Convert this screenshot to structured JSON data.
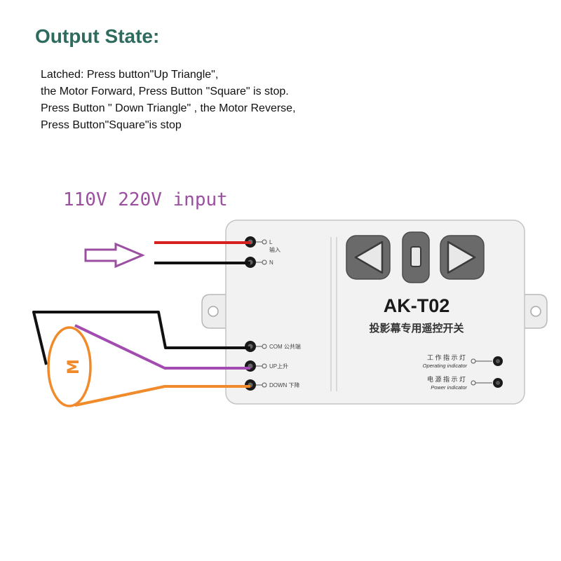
{
  "header": {
    "title": "Output State:",
    "description_lines": [
      "Latched: Press button\"Up  Triangle\",",
      "the Motor Forward, Press Button \"Square\" is stop.",
      "Press Button \" Down Triangle\"  , the Motor Reverse,",
      "Press Button\"Square\"is stop"
    ]
  },
  "input_label": "110V 220V input",
  "device": {
    "model": "AK-T02",
    "chinese_name": "投影幕专用遥控开关",
    "terminals": {
      "l": "L",
      "input_cn": "输入",
      "n": "N",
      "com": "COM 公共端",
      "up": "UP上升",
      "down": "DOWN 下降"
    },
    "indicators": {
      "operating_cn": "工 作 指 示 灯",
      "operating_en": "Operating indicator",
      "power_cn": "电 源 指 示 灯",
      "power_en": "Power indicator"
    },
    "buttons": [
      "up-triangle",
      "square",
      "down-triangle"
    ]
  },
  "motor": {
    "label": "M"
  },
  "colors": {
    "title": "#2e6b5e",
    "voltage_label": "#9b4fa0",
    "live_wire": "#d62020",
    "neutral_wire": "#111111",
    "common_wire": "#111111",
    "up_wire": "#a24bb0",
    "down_wire": "#f08a2a",
    "motor": "#f08a2a",
    "arrow": "#9b4fa0"
  },
  "icons": [
    "left-triangle-icon",
    "square-icon",
    "right-triangle-icon"
  ]
}
